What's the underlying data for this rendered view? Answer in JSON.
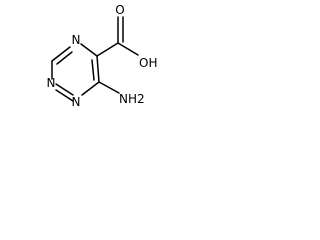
{
  "molecule": {
    "labels": {
      "ring_n_top": "N",
      "ring_n_left": "N",
      "ring_n_bottom": "N",
      "hydroxyl": "OH",
      "carbonyl_o": "O",
      "amine": "NH2"
    }
  }
}
